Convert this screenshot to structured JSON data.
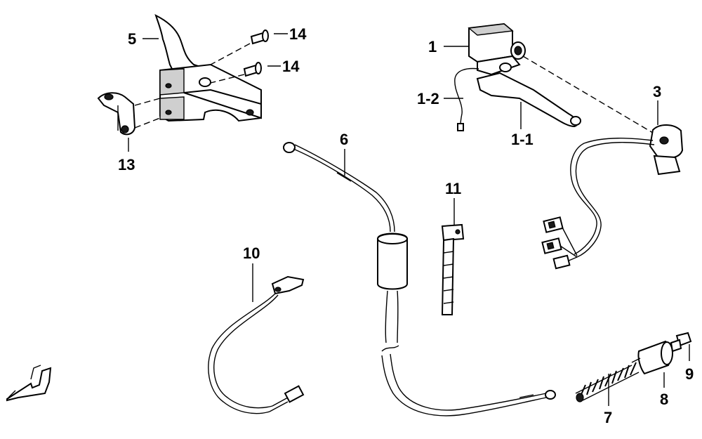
{
  "diagram": {
    "labels": {
      "p1": "1",
      "p1_1": "1-1",
      "p1_2": "1-2",
      "p3": "3",
      "p5": "5",
      "p6": "6",
      "p7": "7",
      "p8": "8",
      "p9": "9",
      "p10": "10",
      "p11": "11",
      "p13": "13",
      "p14a": "14",
      "p14b": "14"
    }
  }
}
